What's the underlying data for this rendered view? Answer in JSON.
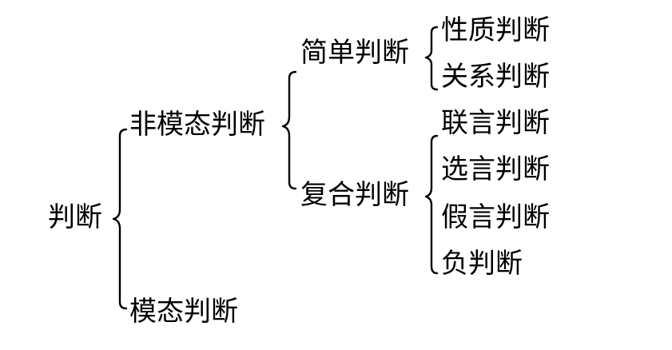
{
  "tree": {
    "root": "判断",
    "level1": {
      "non_modal": "非模态判断",
      "modal": "模态判断"
    },
    "level2": {
      "simple": "简单判断",
      "compound": "复合判断"
    },
    "simple_children": [
      "性质判断",
      "关系判断"
    ],
    "compound_children": [
      "联言判断",
      "选言判断",
      "假言判断",
      "负判断"
    ]
  },
  "colors": {
    "text": "#000000",
    "brace": "#000000",
    "background": "#ffffff"
  }
}
